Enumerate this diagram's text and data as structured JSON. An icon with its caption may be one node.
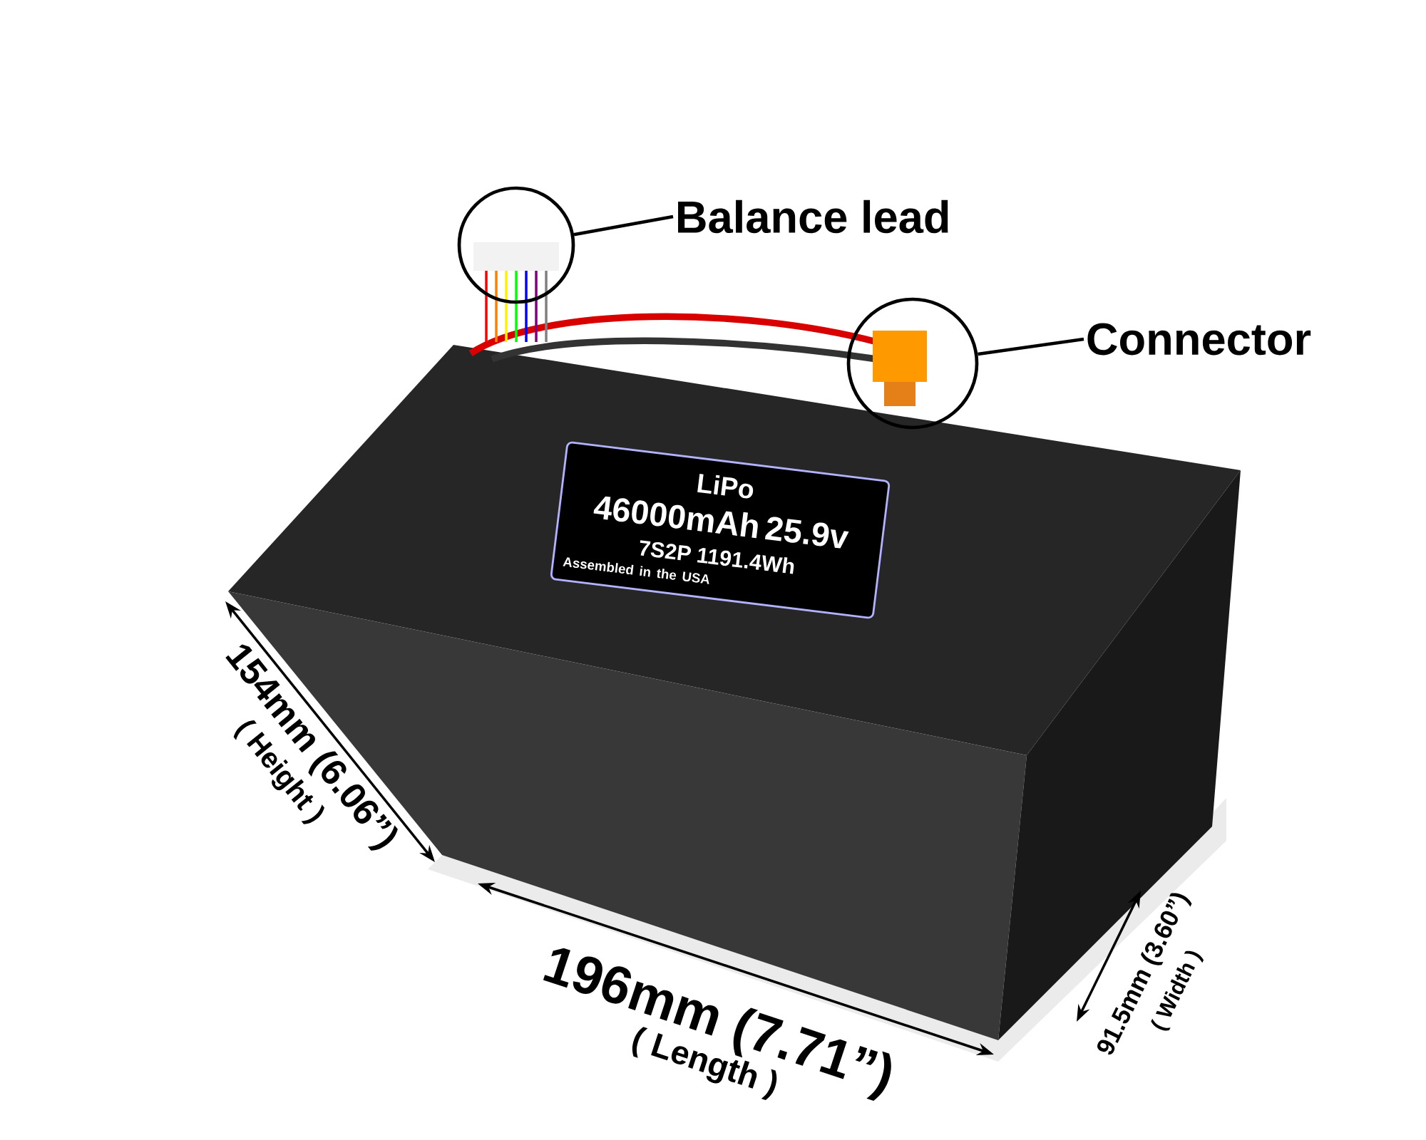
{
  "diagram": {
    "nodes": [
      {
        "text": [
          "Balance lead"
        ]
      },
      {
        "text": [],
        "shape": "circle"
      },
      {
        "text": [
          "Connector"
        ]
      },
      {
        "text": [],
        "shape": "circle"
      },
      {
        "text": [
          "LiPo",
          "46000mAh 25.9v",
          "7S2P 1191.4Wh",
          "Assembled in the USA"
        ]
      }
    ],
    "edges": [
      {
        "from": 0,
        "to": 1,
        "arrow": "none"
      },
      {
        "from": 2,
        "to": 3,
        "arrow": "none"
      }
    ],
    "labels": [
      "154mm (6.06”)",
      "( Height )",
      "196mm (7.71”)",
      "( Length )",
      "91.5mm (3.60”)",
      "( Width )"
    ]
  }
}
